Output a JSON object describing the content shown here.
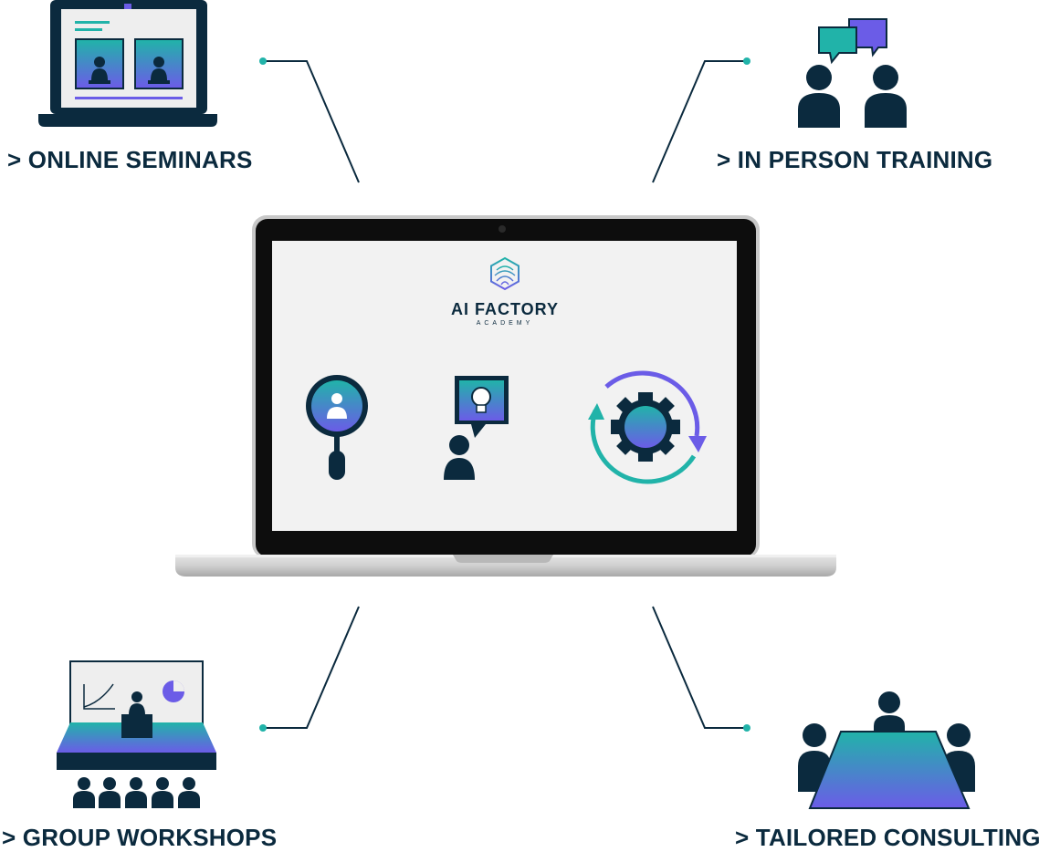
{
  "labels": {
    "online": "> ONLINE SEMINARS",
    "in_person": "> IN PERSON TRAINING",
    "workshops": "> GROUP WORKSHOPS",
    "consulting": "> TAILORED CONSULTING"
  },
  "brand": {
    "name": "AI FACTORY",
    "subtitle": "ACADEMY"
  },
  "colors": {
    "navy": "#0b2a3e",
    "teal": "#21b3a9",
    "purple": "#6b5ce7",
    "screen": "#f2f2f2"
  }
}
